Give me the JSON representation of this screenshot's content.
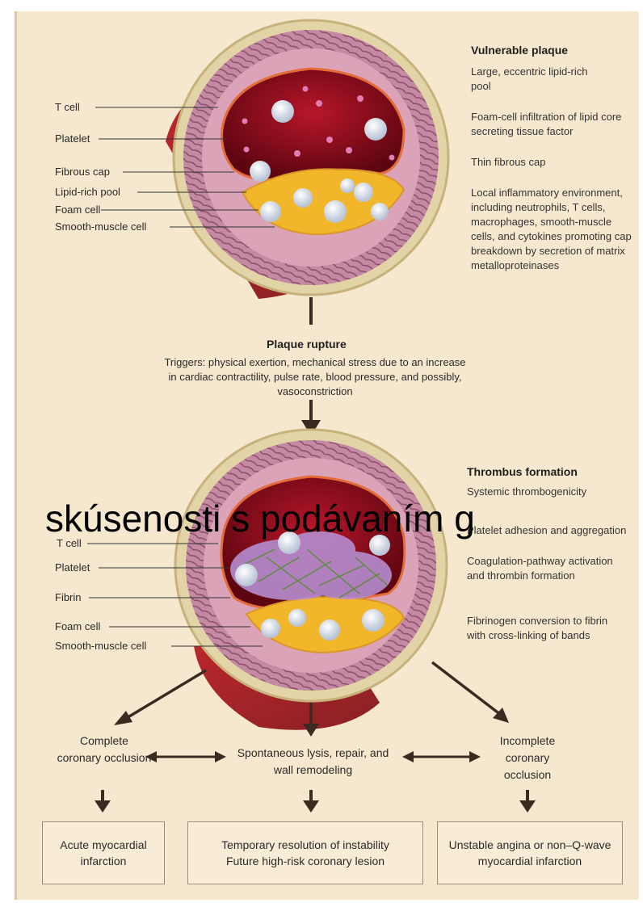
{
  "upper_labels": [
    "T cell",
    "Platelet",
    "Fibrous cap",
    "Lipid-rich pool",
    "Foam cell",
    "Smooth-muscle cell"
  ],
  "vulnerable": {
    "title": "Vulnerable plaque",
    "items": [
      "Large, eccentric lipid-rich pool",
      "Foam-cell infiltration of lipid core secreting tissue factor",
      "Thin fibrous cap",
      "Local inflammatory environment, including neutrophils, T cells, macrophages, smooth-muscle cells, and cytokines promoting cap breakdown by secretion of matrix metalloproteinases"
    ]
  },
  "rupture": {
    "title": "Plaque rupture",
    "text": "Triggers: physical exertion, mechanical stress due to an increase in cardiac contractility, pulse rate, blood pressure, and possibly, vasoconstriction"
  },
  "lower_labels": [
    "T cell",
    "Platelet",
    "Fibrin",
    "Foam cell",
    "Smooth-muscle cell"
  ],
  "thrombus": {
    "title": "Thrombus formation",
    "items": [
      "Systemic thrombogenicity",
      "Platelet adhesion and aggregation",
      "Coagulation-pathway activation and thrombin formation",
      "Fibrinogen conversion to fibrin with cross-linking of bands"
    ]
  },
  "overlay_text": "skúsenosti s podávaním g",
  "outcomes": {
    "left": "Complete coronary occlusion",
    "middle": "Spontaneous lysis, repair, and wall remodeling",
    "right": "Incomplete coronary occlusion"
  },
  "results": {
    "left": "Acute myocardial infarction",
    "middle_line1": "Temporary resolution of instability",
    "middle_line2": "Future high-risk coronary lesion",
    "right": "Unstable angina or non–Q-wave myocardial infarction"
  }
}
